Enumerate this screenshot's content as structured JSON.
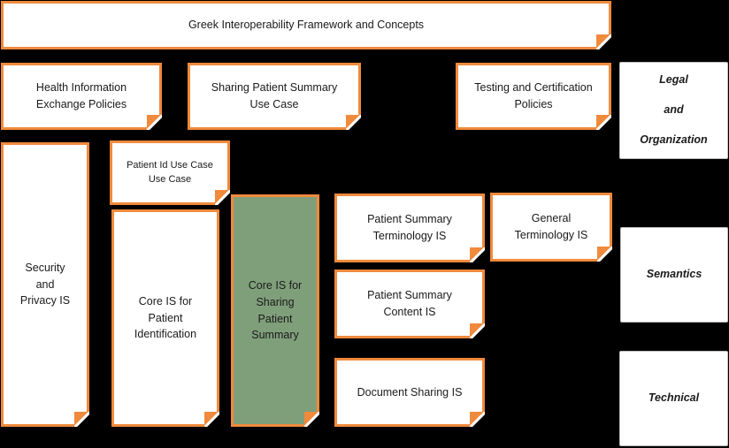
{
  "boxes": {
    "framework": "Greek Interoperability Framework and Concepts",
    "hie_policies": "Health Information\nExchange Policies",
    "sharing_use_case": "Sharing Patient Summary\nUse Case",
    "testing_policies": "Testing and Certification\nPolicies",
    "security_privacy": "Security\nand\nPrivacy IS",
    "patient_id_use_case": "Patient Id Use Case\nUse Case",
    "core_patient_id": "Core IS for\nPatient\nIdentification",
    "core_sharing": "Core IS for\nSharing\nPatient\nSummary",
    "ps_terminology": "Patient Summary\nTerminology IS",
    "general_terminology": "General\nTerminology IS",
    "ps_content": "Patient Summary\nContent IS",
    "document_sharing": "Document Sharing IS"
  },
  "layers": {
    "legal": "Legal\nand\nOrganization",
    "semantics": "Semantics",
    "technical": "Technical"
  },
  "colors": {
    "border": "#f08a3c",
    "highlight": "#7f9f7a",
    "background": "#000000"
  }
}
